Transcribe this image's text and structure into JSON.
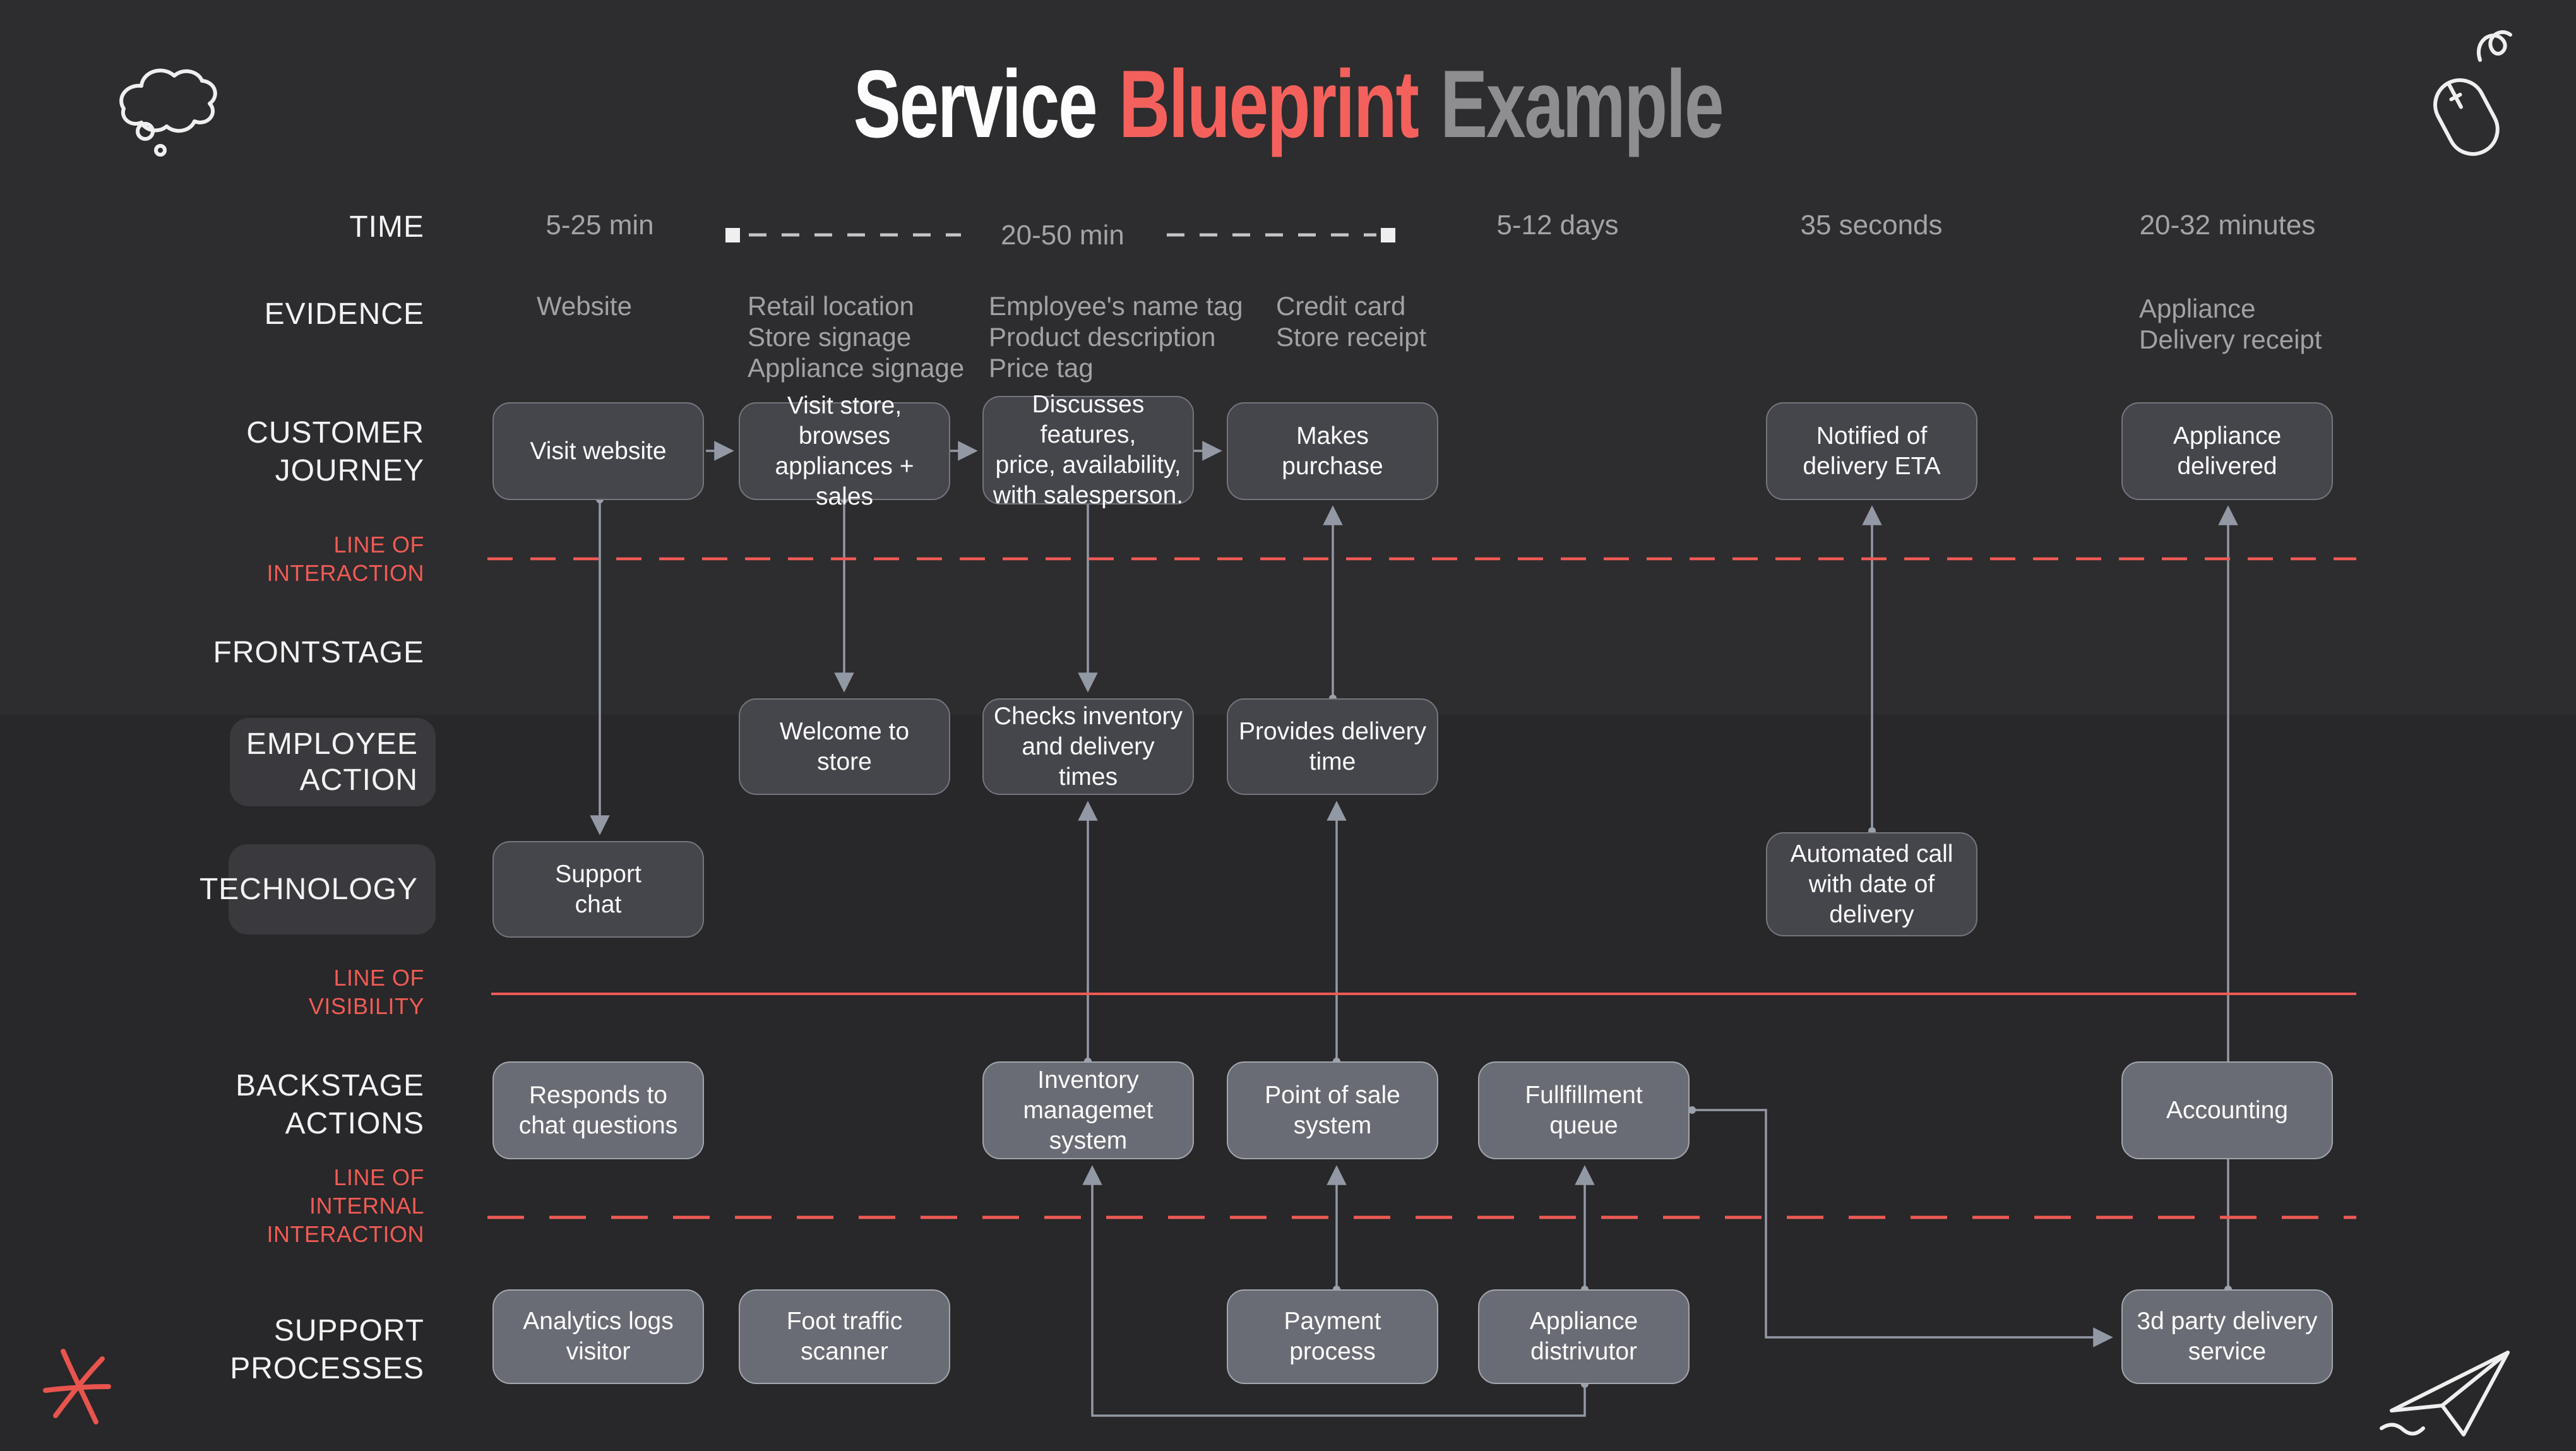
{
  "title": {
    "service": "Service",
    "blueprint": "Blueprint",
    "example": "Example"
  },
  "colors": {
    "accent_red": "#f2605a",
    "connector_gray": "#9299a5",
    "node_dark": "#45464c",
    "node_light": "#696c74",
    "background_top": "#2d2c2e",
    "background_bottom": "#282729"
  },
  "row_labels": {
    "time": "TIME",
    "evidence": "EVIDENCE",
    "customer_journey": "CUSTOMER\nJOURNEY",
    "line_of_interaction": "LINE OF\nINTERACTION",
    "frontstage": "FRONTSTAGE",
    "employee_action": "EMPLOYEE\nACTION",
    "technology": "TECHNOLOGY",
    "line_of_visibility": "LINE  OF\nVISIBILITY",
    "backstage_actions": "BACKSTAGE\nACTIONS",
    "line_of_internal_interaction": "LINE OF\nINTERNAL\nINTERACTION",
    "support_processes": "SUPPORT\nPROCESSES"
  },
  "time_row": [
    "5-25 min",
    "20-50 min",
    "5-12 days",
    "35 seconds",
    "20-32 minutes"
  ],
  "evidence_row": [
    "Website",
    "Retail location\nStore signage\nAppliance signage",
    "Employee's name tag\nProduct description\nPrice tag",
    "Credit card\nStore receipt",
    "Appliance\nDelivery receipt"
  ],
  "nodes": {
    "visit_website": "Visit website",
    "visit_store": "Visit store, browses\nappliances + sales",
    "discusses": "Discusses features,\nprice, availability,\nwith salesperson.",
    "makes_purchase": "Makes\npurchase",
    "notified_eta": "Notified of\ndelivery ETA",
    "appliance_delivered": "Appliance\ndelivered",
    "welcome_to_store": "Welcome to\nstore",
    "checks_inventory": "Checks inventory\nand delivery times",
    "provides_delivery_time": "Provides delivery\ntime",
    "support_chat": "Support\nchat",
    "automated_call": "Automated call\nwith date of\ndelivery",
    "responds_chat": "Responds to\nchat questions",
    "inventory_system": "Inventory\nmanagemet\nsystem",
    "point_of_sale": "Point of sale\nsystem",
    "fullfillment_queue": "Fullfillment\nqueue",
    "accounting": "Accounting",
    "analytics_logs": "Analytics logs\nvisitor",
    "foot_traffic": "Foot traffic\nscanner",
    "payment_process": "Payment\nprocess",
    "appliance_distributor": "Appliance\ndistrivutor",
    "third_party_delivery": "3d party delivery\nservice"
  }
}
